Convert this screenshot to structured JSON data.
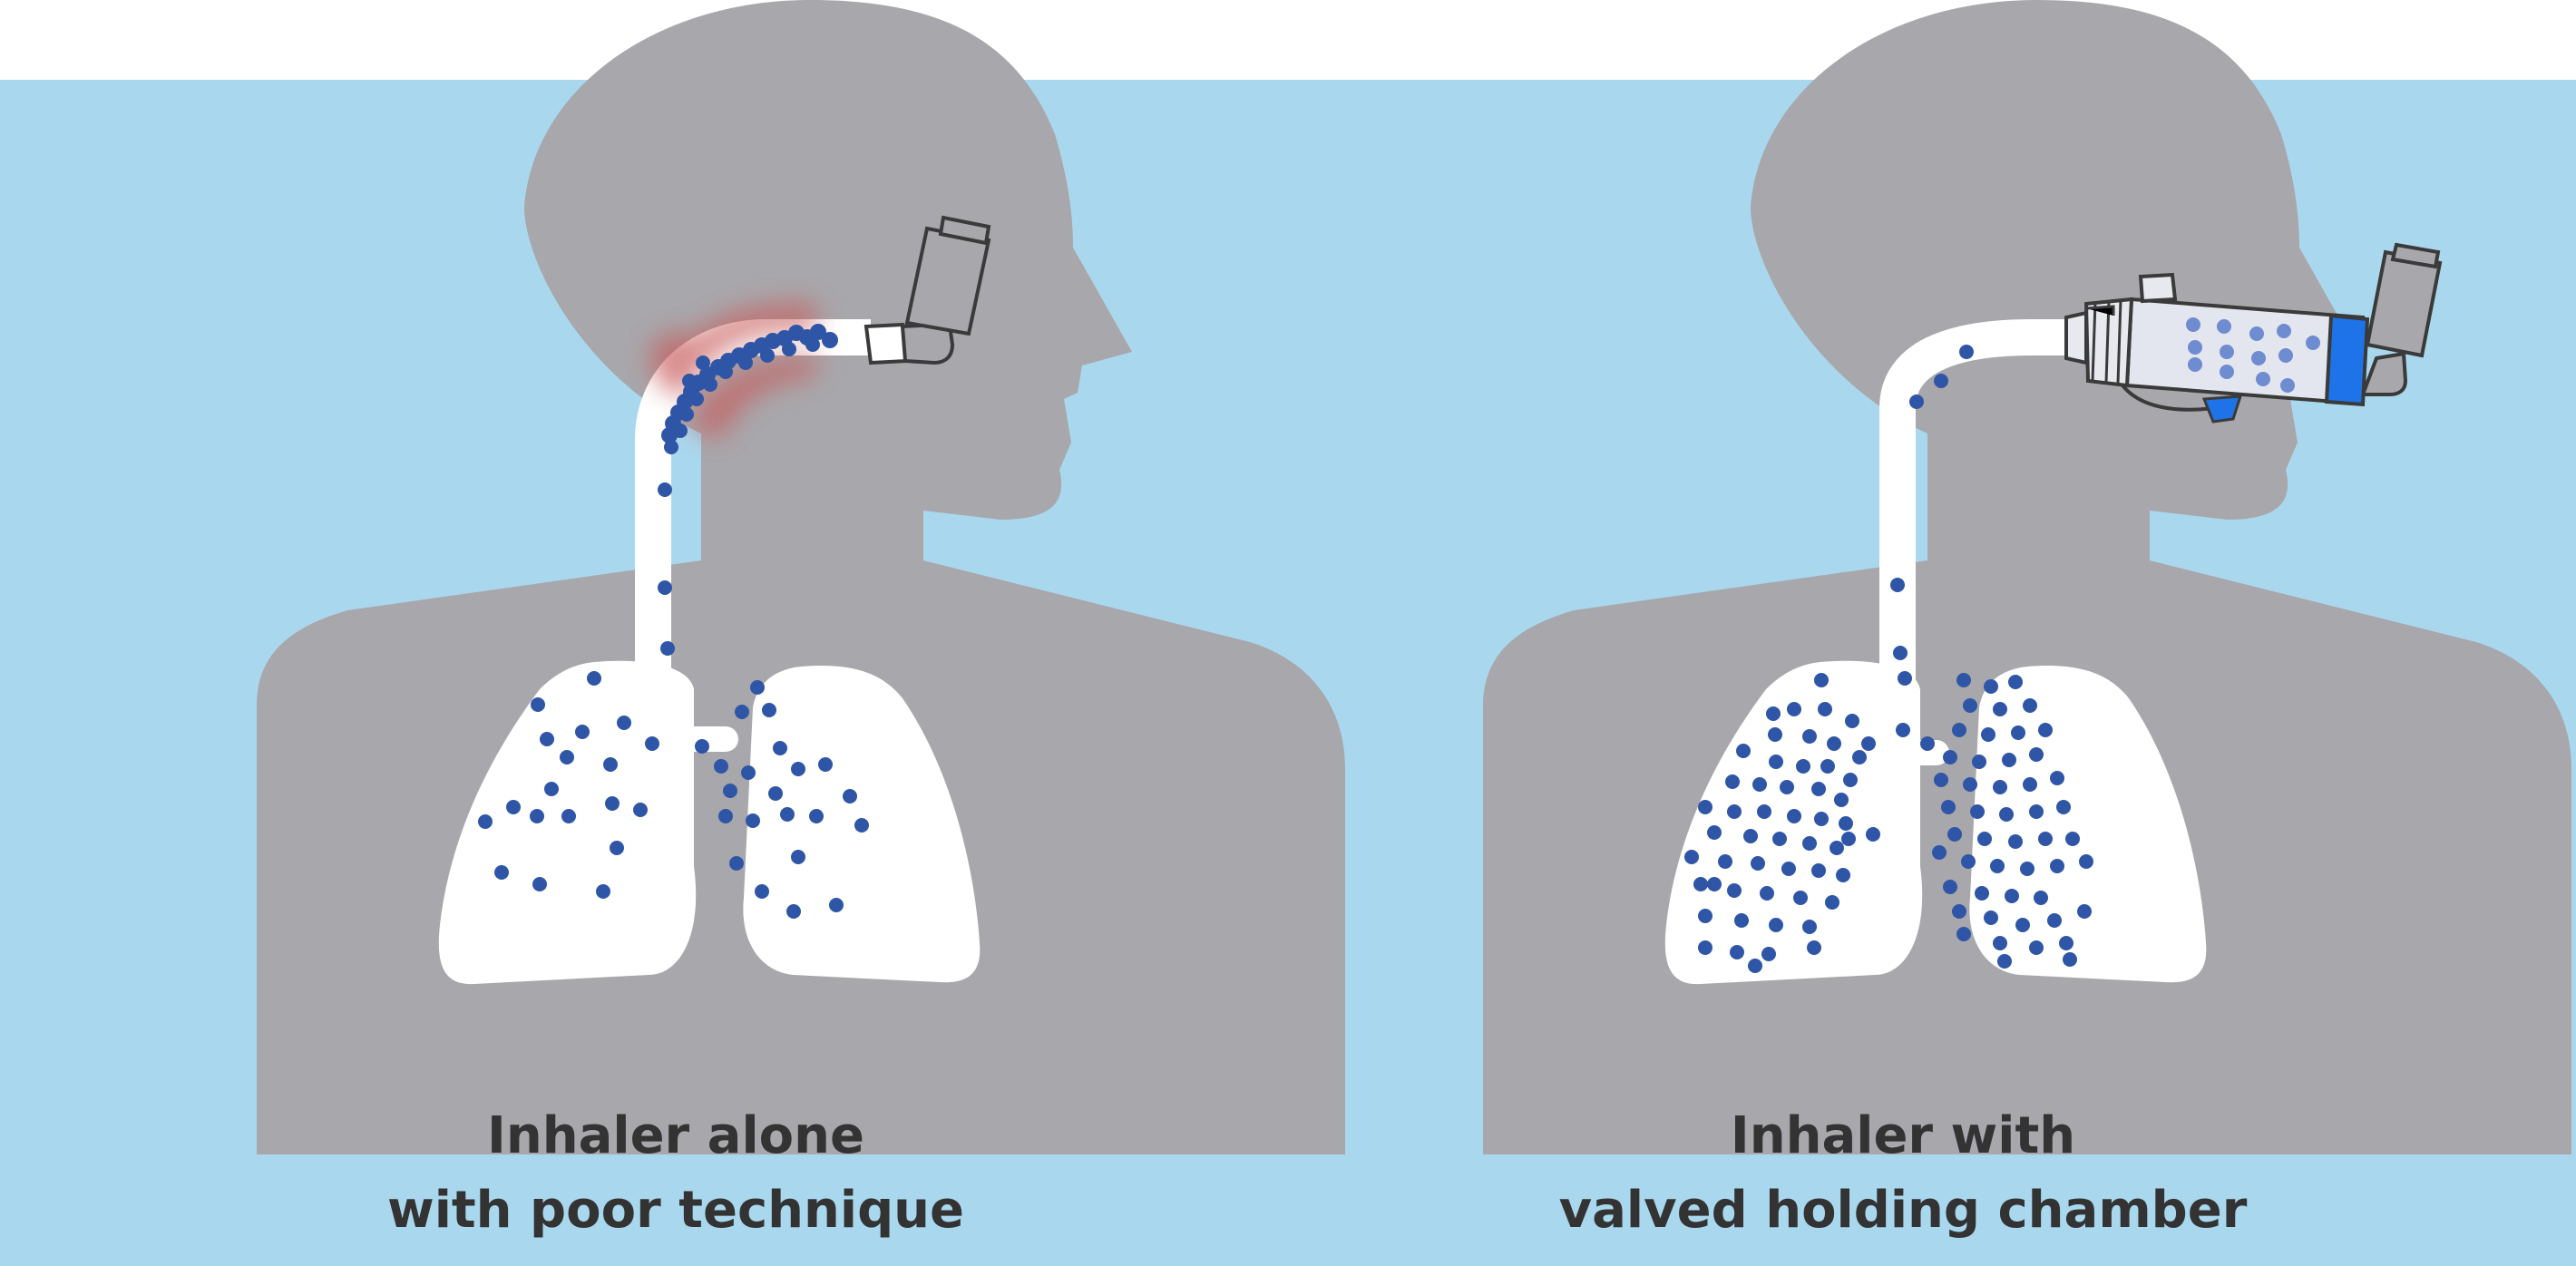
{
  "panels": [
    {
      "caption_line1": "Inhaler alone",
      "caption_line2": "with poor technique",
      "device": "inhaler-alone",
      "lung_particle_density": "low",
      "throat_deposition": "high"
    },
    {
      "caption_line1": "Inhaler with",
      "caption_line2": "valved holding chamber",
      "device": "inhaler-with-valved-holding-chamber",
      "lung_particle_density": "high",
      "throat_deposition": "none"
    }
  ],
  "colors": {
    "background": "#a9d8ee",
    "silhouette": "#a8a7ab",
    "airway": "#ffffff",
    "particle": "#2f56a6",
    "irritation": "#c85a5a",
    "chamber_accent": "#1e73e8",
    "chamber_body": "#e4e6ef",
    "inhaler": "#a8a7ab"
  },
  "icons": [
    "person-silhouette-icon",
    "lungs-icon",
    "inhaler-icon",
    "spacer-chamber-icon",
    "particle-icon"
  ]
}
